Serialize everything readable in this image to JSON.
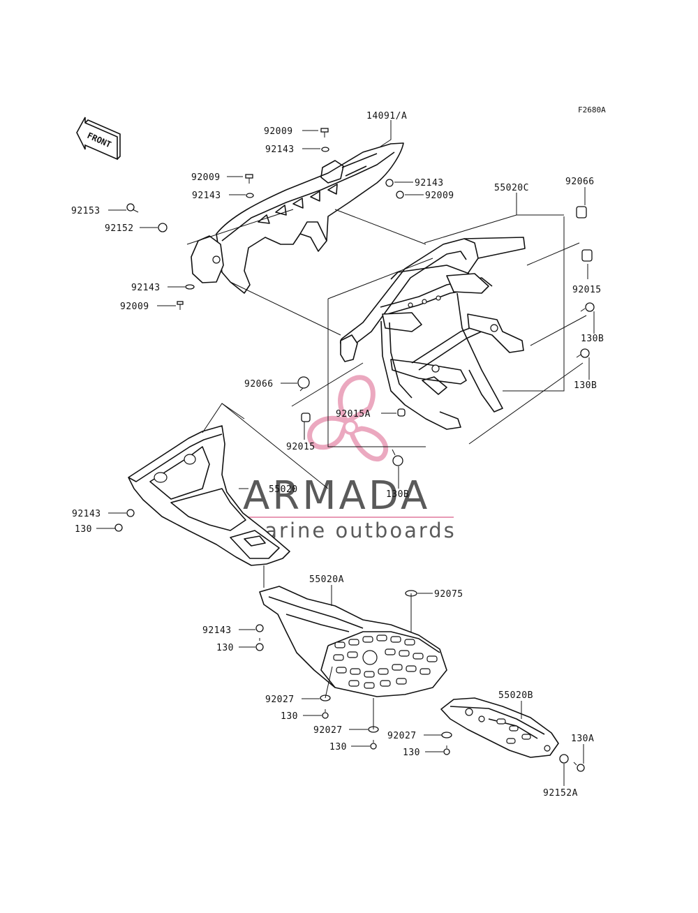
{
  "figure_code": "F2680A",
  "front_label": "FRONT",
  "watermark": {
    "brand": "ARMADA",
    "tagline": "marine outboards",
    "text_color": "#5a5a5a",
    "accent_color": "#e89ab5"
  },
  "labels": {
    "l_14091": "14091/A",
    "l_92009_a": "92009",
    "l_92143_a": "92143",
    "l_92009_b": "92009",
    "l_92143_b": "92143",
    "l_92143_c": "92143",
    "l_92009_c": "92009",
    "l_92153": "92153",
    "l_92152": "92152",
    "l_92143_d": "92143",
    "l_92009_d": "92009",
    "l_55020c": "55020C",
    "l_92066_a": "92066",
    "l_92015_a": "92015",
    "l_130b_a": "130B",
    "l_130b_b": "130B",
    "l_92066_b": "92066",
    "l_92015a": "92015A",
    "l_92015_b": "92015",
    "l_130b_c": "130B",
    "l_55020": "55020",
    "l_92143_e": "92143",
    "l_130_a": "130",
    "l_55020a": "55020A",
    "l_92075": "92075",
    "l_92143_f": "92143",
    "l_130_b": "130",
    "l_92027_a": "92027",
    "l_130_c": "130",
    "l_92027_b": "92027",
    "l_130_d": "130",
    "l_55020b": "55020B",
    "l_92027_c": "92027",
    "l_130_e": "130",
    "l_130a": "130A",
    "l_92152a": "92152A"
  }
}
